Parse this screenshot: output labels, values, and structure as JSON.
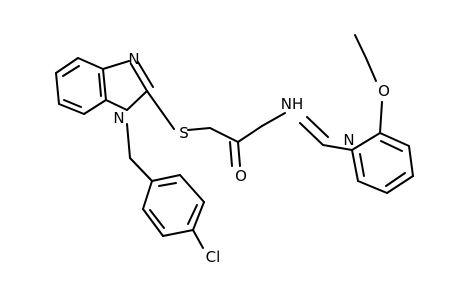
{
  "structure": {
    "atoms": {
      "N_imine": "N",
      "N1": "N",
      "S": "S",
      "O_carbonyl": "O",
      "NH": "NH",
      "N_hydrazone": "N",
      "O_ether": "O",
      "Cl": "Cl"
    },
    "colors": {
      "bond": "#000000",
      "text": "#000000",
      "background": "#ffffff"
    }
  }
}
